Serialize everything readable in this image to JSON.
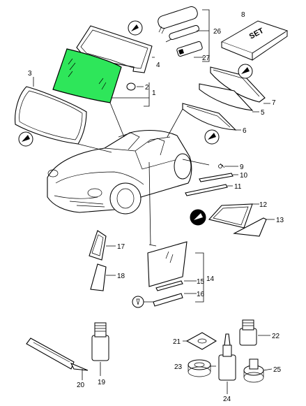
{
  "colors": {
    "highlight": "#2ee65a",
    "ink": "#000000",
    "paper": "#ffffff"
  },
  "icons": [
    "adhesive-arrow-icon",
    "cartridge-icon",
    "glass-set-box-icon"
  ],
  "set_box": {
    "text": "SET"
  },
  "labels": {
    "l1": "1",
    "l2": "2",
    "l3": "3",
    "l4": "4",
    "l5": "5",
    "l6": "6",
    "l7": "7",
    "l8": "8",
    "l9": "9",
    "l10": "10",
    "l11": "11",
    "l12": "12",
    "l13": "13",
    "l14": "14",
    "l15": "15",
    "l16": "16",
    "l17": "17",
    "l18": "18",
    "l19": "19",
    "l20": "20",
    "l21": "21",
    "l22": "22",
    "l23": "23",
    "l24": "24",
    "l25": "25",
    "l26": "26",
    "l27": "27"
  }
}
